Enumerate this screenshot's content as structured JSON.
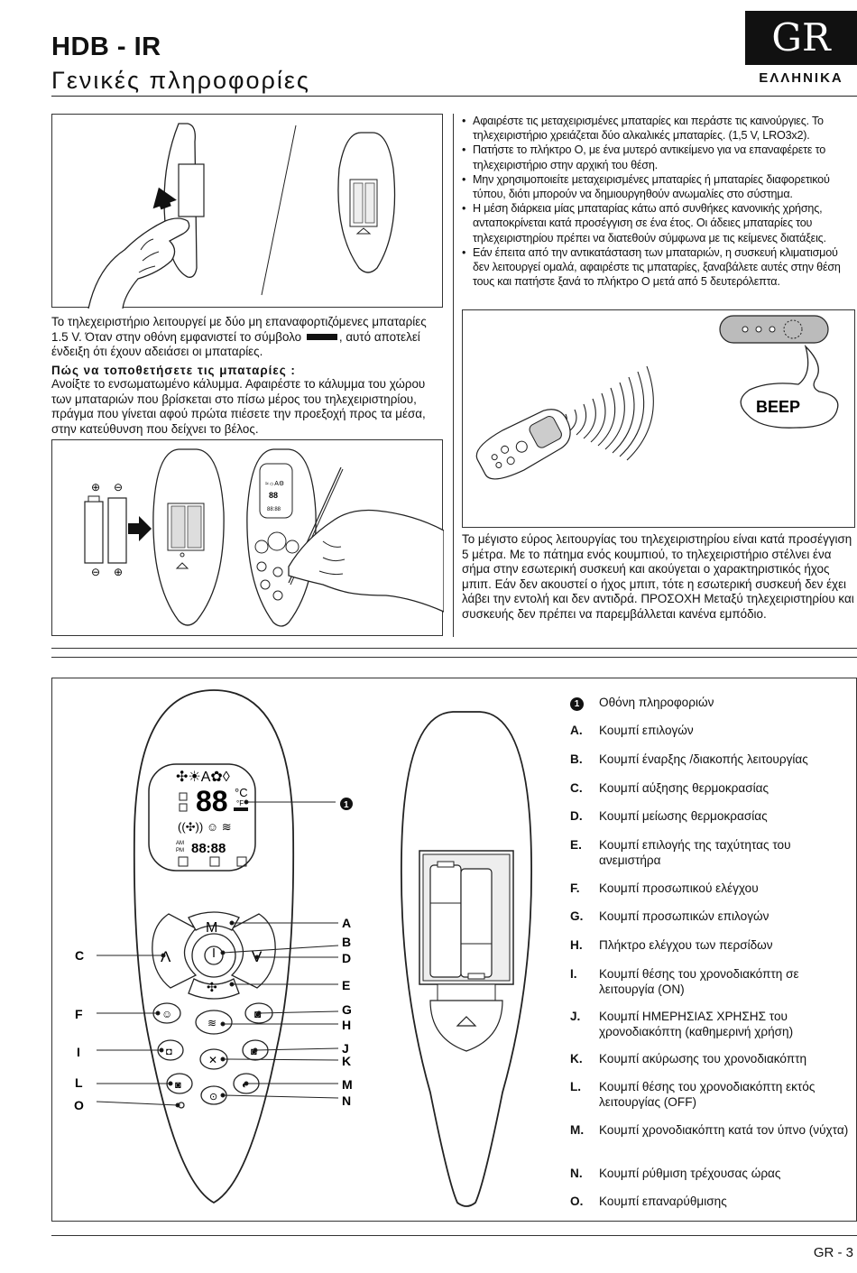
{
  "header": {
    "title": "HDB - IR",
    "subtitle": "Γενικές πληροφορίες",
    "lang_code": "GR",
    "lang_name": "ΕΛΛΗΝΙΚΑ"
  },
  "left_column": {
    "battery_info": "Το τηλεχειριστήριο λειτουργεί με δύο μη επαναφορτιζόμενες μπαταρίες 1.5 V. Όταν στην οθόνη εμφανιστεί το σύμβολο",
    "battery_info_end": ", αυτό αποτελεί ένδειξη ότι έχουν αδειάσει οι μπαταρίες.",
    "install_heading": "Πώς να τοποθετήσετε τις μπαταρίες :",
    "install_text": "Ανοίξτε το ενσωματωμένο κάλυμμα. Αφαιρέστε το κάλυμμα του χώρου των μπαταριών που βρίσκεται στο πίσω μέρος του τηλεχειριστηρίου, πράγμα που γίνεται αφού πρώτα πιέσετε την προεξοχή προς τα μέσα, στην κατεύθυνση που δείχνει το βέλος."
  },
  "right_column": {
    "bullets": [
      "Αφαιρέστε τις μεταχειρισμένες μπαταρίες και περάστε τις καινούργιες. Το τηλεχειριστήριο χρειάζεται δύο αλκαλικές μπαταρίες. (1,5 V, LRO3x2).",
      "Πατήστε το πλήκτρο O, με ένα μυτερό αντικείμενο για να επαναφέρετε το τηλεχειριστήριο στην αρχική του θέση.",
      "Μην χρησιμοποιείτε μεταχειρισμένες μπαταρίες ή μπαταρίες διαφορετικού τύπου, διότι μπορούν να δημιουργηθούν ανωμαλίες στο σύστημα.",
      "Η μέση διάρκεια μίας μπαταρίας κάτω από συνθήκες κανονικής χρήσης, ανταποκρίνεται κατά προσέγγιση σε ένα έτος. Οι άδειες μπαταρίες του τηλεχειριστηρίου πρέπει να διατεθούν σύμφωνα με τις κείμενες διατάξεις.",
      "Εάν έπειτα από την αντικατάσταση των μπαταριών, η συσκευή κλιματισμού δεν λειτουργεί ομαλά, αφαιρέστε τις μπαταρίες, ξαναβάλετε αυτές στην θέση τους και πατήστε ξανά το πλήκτρο O μετά από 5 δευτερόλεπτα."
    ],
    "beep_label": "BEEP",
    "range_text": "Το μέγιστο εύρος λειτουργίας του τηλεχειριστηρίου είναι κατά προσέγγιση 5 μέτρα. Με το πάτημα ενός κουμπιού, το τηλεχειριστήριο στέλνει ένα σήμα στην εσωτερική συσκευή και ακούγεται ο χαρακτηριστικός ήχος μπιπ. Εάν δεν ακουστεί ο ήχος μπιπ, τότε η εσωτερική συσκευή δεν έχει λάβει την εντολή και δεν αντιδρά. ΠΡΟΣΟΧΗ Μεταξύ τηλεχειριστηρίου και συσκευής δεν πρέπει να παρεμβάλλεται κανένα εμπόδιο."
  },
  "remote": {
    "display_temp": "88",
    "display_unit_c": "°C",
    "display_unit_f": "°F",
    "display_clock": "88:88",
    "am": "AM",
    "pm": "PM",
    "mode_label": "M",
    "callout_display": "1",
    "callouts_right": [
      "A",
      "B",
      "D",
      "E",
      "G",
      "H",
      "J",
      "K",
      "M",
      "N"
    ],
    "callouts_left": [
      "C",
      "F",
      "I",
      "L",
      "O"
    ]
  },
  "legend": [
    {
      "key": "1",
      "text": "Οθόνη πληροφοριών"
    },
    {
      "key": "A.",
      "text": "Κουμπί επιλογών"
    },
    {
      "key": "B.",
      "text": "Κουμπί έναρξης /διακοπής λειτουργίας"
    },
    {
      "key": "C.",
      "text": "Κουμπί αύξησης θερμοκρασίας"
    },
    {
      "key": "D.",
      "text": "Κουμπί μείωσης θερμοκρασίας"
    },
    {
      "key": "E.",
      "text": "Κουμπί επιλογής της ταχύτητας του ανεμιστήρα"
    },
    {
      "key": "F.",
      "text": "Κουμπί προσωπικού ελέγχου"
    },
    {
      "key": "G.",
      "text": "Κουμπί προσωπικών επιλογών"
    },
    {
      "key": "H.",
      "text": "Πλήκτρο ελέγχου των περσίδων"
    },
    {
      "key": "I.",
      "text": "Κουμπί θέσης του χρονοδιακόπτη σε λειτουργία (ON)"
    },
    {
      "key": "J.",
      "text": "Κουμπί ΗΜΕΡΗΣΙΑΣ ΧΡΗΣΗΣ του χρονοδιακόπτη (καθημερινή χρήση)"
    },
    {
      "key": "K.",
      "text": "Κουμπί ακύρωσης του χρονοδιακόπτη"
    },
    {
      "key": "L.",
      "text": "Κουμπί θέσης του χρονοδιακόπτη εκτός λειτουργίας (OFF)"
    },
    {
      "key": "M.",
      "text": "Κουμπί χρονοδιακόπτη κατά τον ύπνο (νύχτα)"
    },
    {
      "key": "N.",
      "text": "Κουμπί ρύθμιση τρέχουσας ώρας"
    },
    {
      "key": "O.",
      "text": "Κουμπί επαναρύθμισης"
    }
  ],
  "footer": {
    "page_number": "GR - 3"
  }
}
